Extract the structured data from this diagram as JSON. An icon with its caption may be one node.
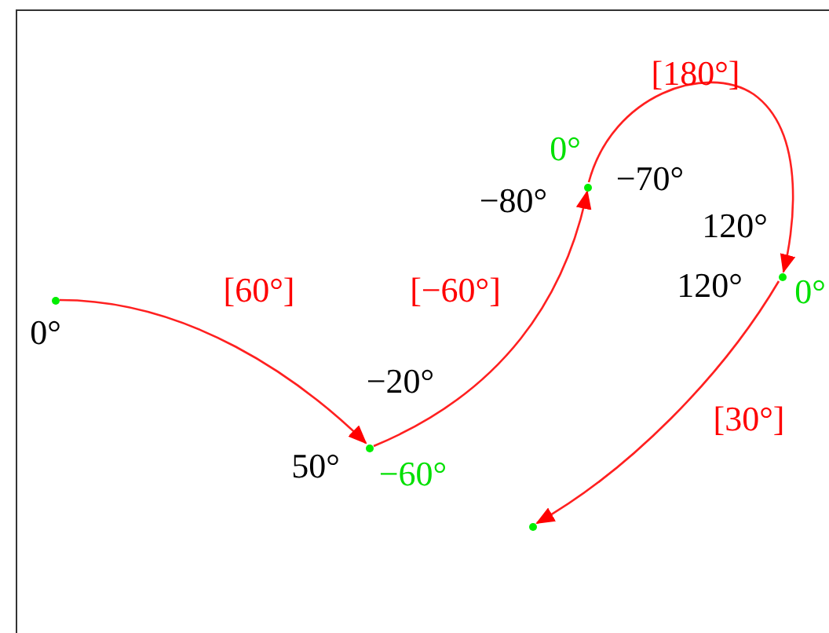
{
  "diagram": {
    "nodes": [
      {
        "text": [],
        "shape": "circle",
        "beside": [
          "0°"
        ]
      },
      {
        "text": [],
        "shape": "circle",
        "beside": [
          "50°",
          "−20°",
          "−60°"
        ]
      },
      {
        "text": [],
        "shape": "circle",
        "beside": [
          "0°",
          "−80°",
          "−70°"
        ]
      },
      {
        "text": [],
        "shape": "circle",
        "beside": [
          "120°",
          "120°",
          "0°"
        ]
      },
      {
        "text": [],
        "shape": "circle"
      }
    ],
    "edges": [
      {
        "from": 0,
        "to": 1,
        "arrow": "to",
        "label": "[60°]"
      },
      {
        "from": 1,
        "to": 2,
        "arrow": "to",
        "label": "[−60°]"
      },
      {
        "from": 2,
        "to": 3,
        "arrow": "to",
        "label": "[180°]"
      },
      {
        "from": 3,
        "to": 4,
        "arrow": "to",
        "label": "[30°]"
      }
    ]
  }
}
